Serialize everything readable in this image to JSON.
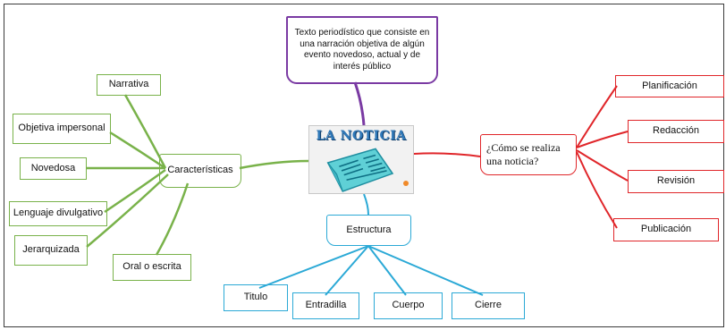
{
  "diagram": {
    "center": {
      "title": "LA NOTICIA",
      "icon": "newspaper-icon"
    },
    "definition": "Texto periodístico que consiste en una narración  objetiva de algún evento novedoso, actual y de interés público",
    "characteristics": {
      "label": "Características",
      "items": [
        "Narrativa",
        "Objetiva impersonal",
        "Novedosa",
        "Lenguaje divulgativo",
        "Jerarquizada",
        "Oral o escrita"
      ]
    },
    "process": {
      "label": "¿Cómo se realiza una noticia?",
      "steps": [
        "Planificación",
        "Redacción",
        "Revisión",
        "Publicación"
      ]
    },
    "structure": {
      "label": "Estructura",
      "parts": [
        "Titulo",
        "Entradilla",
        "Cuerpo",
        "Cierre"
      ]
    },
    "colors": {
      "characteristics": "#79b24a",
      "structure": "#2ba9d6",
      "process": "#e0262a",
      "definition": "#7a3aa3"
    }
  }
}
